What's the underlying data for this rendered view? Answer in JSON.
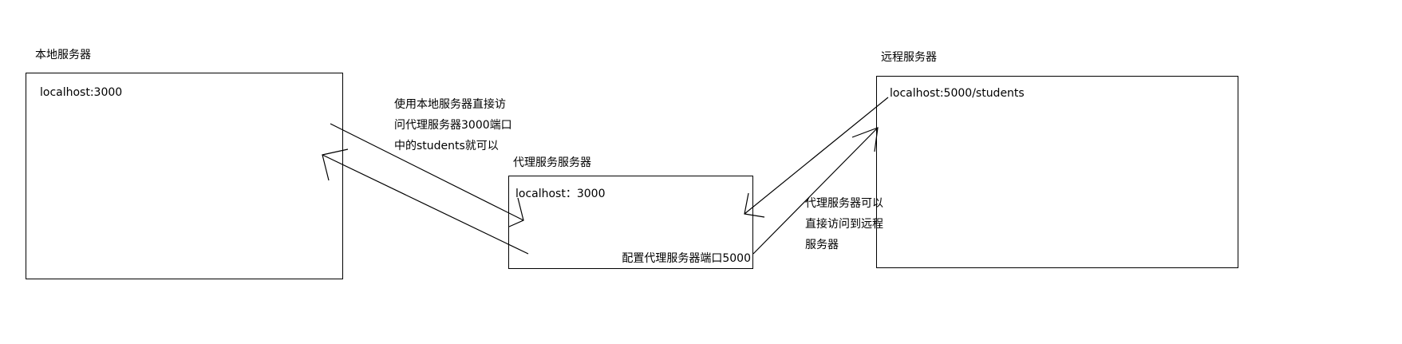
{
  "local_server": {
    "title": "本地服务器",
    "address": "localhost:3000"
  },
  "proxy_server": {
    "title": "代理服务服务器",
    "address": "localhost：3000",
    "port_config": "配置代理服务器端口5000"
  },
  "remote_server": {
    "title": "远程服务器",
    "address": "localhost:5000/students"
  },
  "notes": {
    "local_to_proxy": [
      "使用本地服务器直接访",
      "问代理服务器3000端口",
      "中的students就可以"
    ],
    "proxy_to_remote": [
      "代理服务器可以",
      "直接访问到远程",
      "服务器"
    ]
  }
}
